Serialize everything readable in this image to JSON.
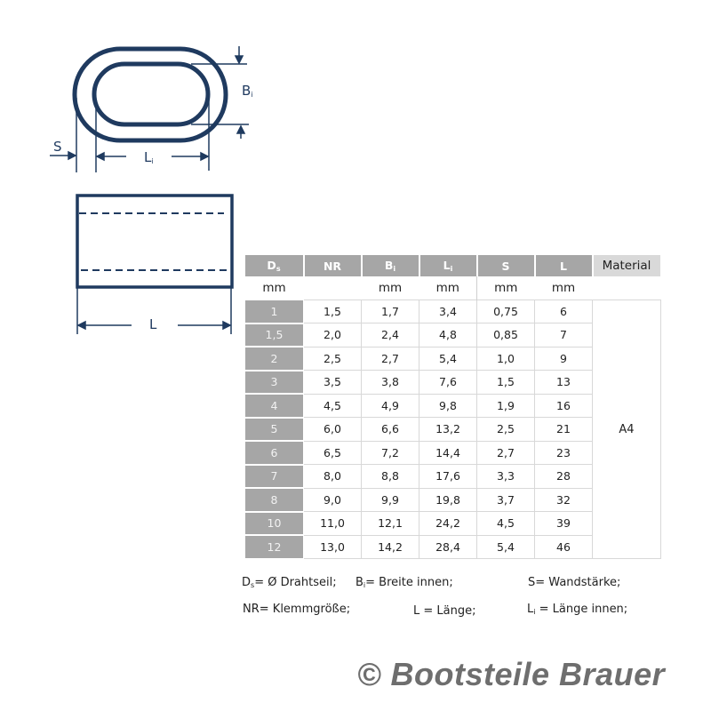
{
  "diagram": {
    "top_view_labels": {
      "wall_thickness": "S",
      "inner_length": "L",
      "inner_length_sub": "i",
      "inner_width": "B",
      "inner_width_sub": "i"
    },
    "side_view_labels": {
      "length": "L"
    },
    "stroke_color": "#1f3a5f"
  },
  "table": {
    "headers": [
      {
        "main": "D",
        "sub": "s"
      },
      {
        "main": "NR",
        "sub": ""
      },
      {
        "main": "B",
        "sub": "i"
      },
      {
        "main": "L",
        "sub": "i"
      },
      {
        "main": "S",
        "sub": ""
      },
      {
        "main": "L",
        "sub": ""
      },
      {
        "main": "Material",
        "sub": ""
      }
    ],
    "units": [
      "mm",
      "",
      "mm",
      "mm",
      "mm",
      "mm",
      ""
    ],
    "rows": [
      {
        "ds": "1",
        "nr": "1,5",
        "bi": "1,7",
        "li": "3,4",
        "s": "0,75",
        "l": "6"
      },
      {
        "ds": "1,5",
        "nr": "2,0",
        "bi": "2,4",
        "li": "4,8",
        "s": "0,85",
        "l": "7"
      },
      {
        "ds": "2",
        "nr": "2,5",
        "bi": "2,7",
        "li": "5,4",
        "s": "1,0",
        "l": "9"
      },
      {
        "ds": "3",
        "nr": "3,5",
        "bi": "3,8",
        "li": "7,6",
        "s": "1,5",
        "l": "13"
      },
      {
        "ds": "4",
        "nr": "4,5",
        "bi": "4,9",
        "li": "9,8",
        "s": "1,9",
        "l": "16"
      },
      {
        "ds": "5",
        "nr": "6,0",
        "bi": "6,6",
        "li": "13,2",
        "s": "2,5",
        "l": "21"
      },
      {
        "ds": "6",
        "nr": "6,5",
        "bi": "7,2",
        "li": "14,4",
        "s": "2,7",
        "l": "23"
      },
      {
        "ds": "7",
        "nr": "8,0",
        "bi": "8,8",
        "li": "17,6",
        "s": "3,3",
        "l": "28"
      },
      {
        "ds": "8",
        "nr": "9,0",
        "bi": "9,9",
        "li": "19,8",
        "s": "3,7",
        "l": "32"
      },
      {
        "ds": "10",
        "nr": "11,0",
        "bi": "12,1",
        "li": "24,2",
        "s": "4,5",
        "l": "39"
      },
      {
        "ds": "12",
        "nr": "13,0",
        "bi": "14,2",
        "li": "28,4",
        "s": "5,4",
        "l": "46"
      }
    ],
    "material": "A4",
    "colors": {
      "header_bg": "#a6a6a6",
      "material_header_bg": "#d9d9d9",
      "grid": "#d8d8d8"
    }
  },
  "legend": {
    "ds": {
      "sym": "D",
      "sub": "s",
      "text": "= Ø Drahtseil;"
    },
    "bi": {
      "sym": "B",
      "sub": "i",
      "text": "= Breite innen;"
    },
    "s": {
      "sym": "S",
      "sub": "",
      "text": "= Wandstärke;"
    },
    "nr": {
      "sym": "NR",
      "sub": "",
      "text": "= Klemmgröße;"
    },
    "l": {
      "sym": "L",
      "sub": "",
      "text": " = Länge;"
    },
    "li": {
      "sym": "L",
      "sub": "i",
      "text": " = Länge innen;"
    }
  },
  "copyright": "© Bootsteile Brauer"
}
